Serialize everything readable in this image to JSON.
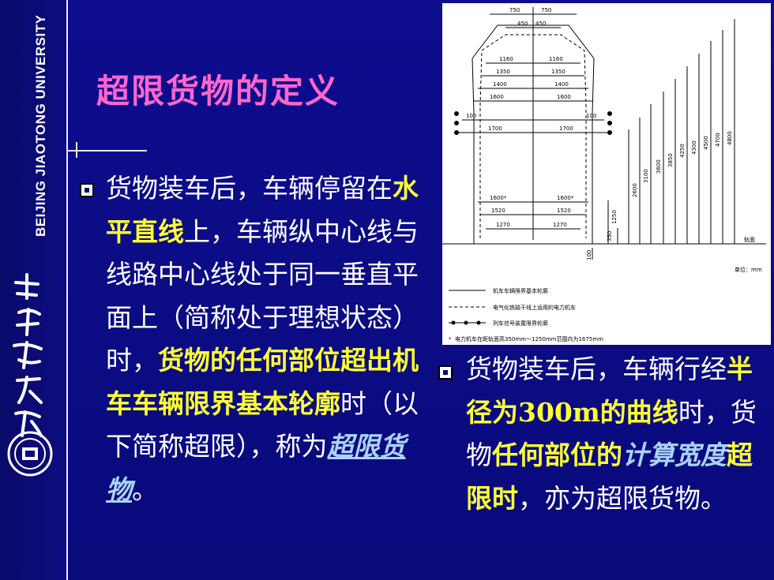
{
  "sidebar": {
    "university_name_en": "BEIJING JIAOTONG UNIVERSITY",
    "calligraphy": "北京交通大学"
  },
  "title": "超限货物的定义",
  "left_paragraph": {
    "p1": "货物装车后，车辆停留在",
    "p2": "水平直线",
    "p3": "上，车辆纵中心线与线路中心线处于同一垂直平面上（简称处于理想状态）时，",
    "p4": "货物的任何部位超出机车车辆限界基本轮廓",
    "p5": "时（以下简称超限），称为",
    "p6": "超限货物",
    "p7": "。"
  },
  "right_paragraph": {
    "p1": "货物装车后，车辆行经",
    "p2": "半径为300m的曲线",
    "p3": "时，货物",
    "p4": "任何部位的",
    "p5": "计算宽度",
    "p6": "超限时",
    "p7": "，亦为超限货物。"
  },
  "diagram": {
    "top_dims": [
      "750",
      "750",
      "450",
      "450"
    ],
    "inner_widths_left": [
      "1160",
      "1350",
      "1400",
      "1600",
      "100",
      "1700",
      "1600*",
      "1520",
      "1270"
    ],
    "inner_widths_right": [
      "1160",
      "1350",
      "1400",
      "1600",
      "100",
      "1700",
      "1600*",
      "1520",
      "1270"
    ],
    "vertical_dims": [
      "4800",
      "4700",
      "4500",
      "4300",
      "4250",
      "3850",
      "3600",
      "3100",
      "2600",
      "1250",
      "350",
      "100"
    ],
    "rail_label": "轨面",
    "unit_label": "单位：mm",
    "legend": [
      "机车车辆限界基本轮廓",
      "电气化铁路干线上运用的电力机车",
      "列车信号装置限界轮廓",
      "电力机车在距轨面高350mm～1250mm范围内为1675mm"
    ],
    "legend_star": "*"
  }
}
